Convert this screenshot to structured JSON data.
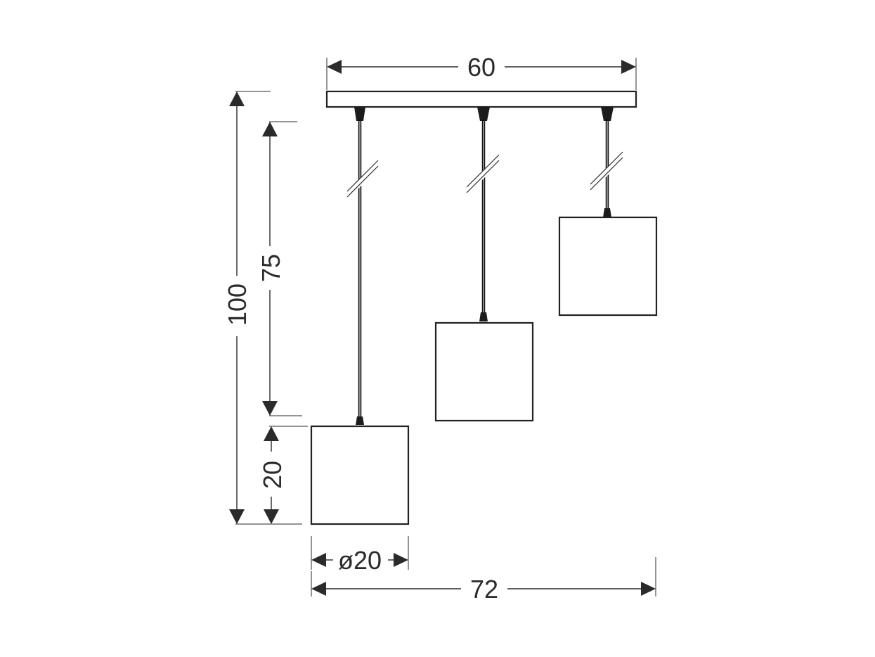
{
  "dimensions": {
    "canopy_width": "60",
    "total_height": "100",
    "cable_length": "75",
    "shade_height": "20",
    "shade_diameter": "ø20",
    "total_width": "72"
  },
  "colors": {
    "line": "#2b2b2b",
    "background": "#ffffff"
  }
}
